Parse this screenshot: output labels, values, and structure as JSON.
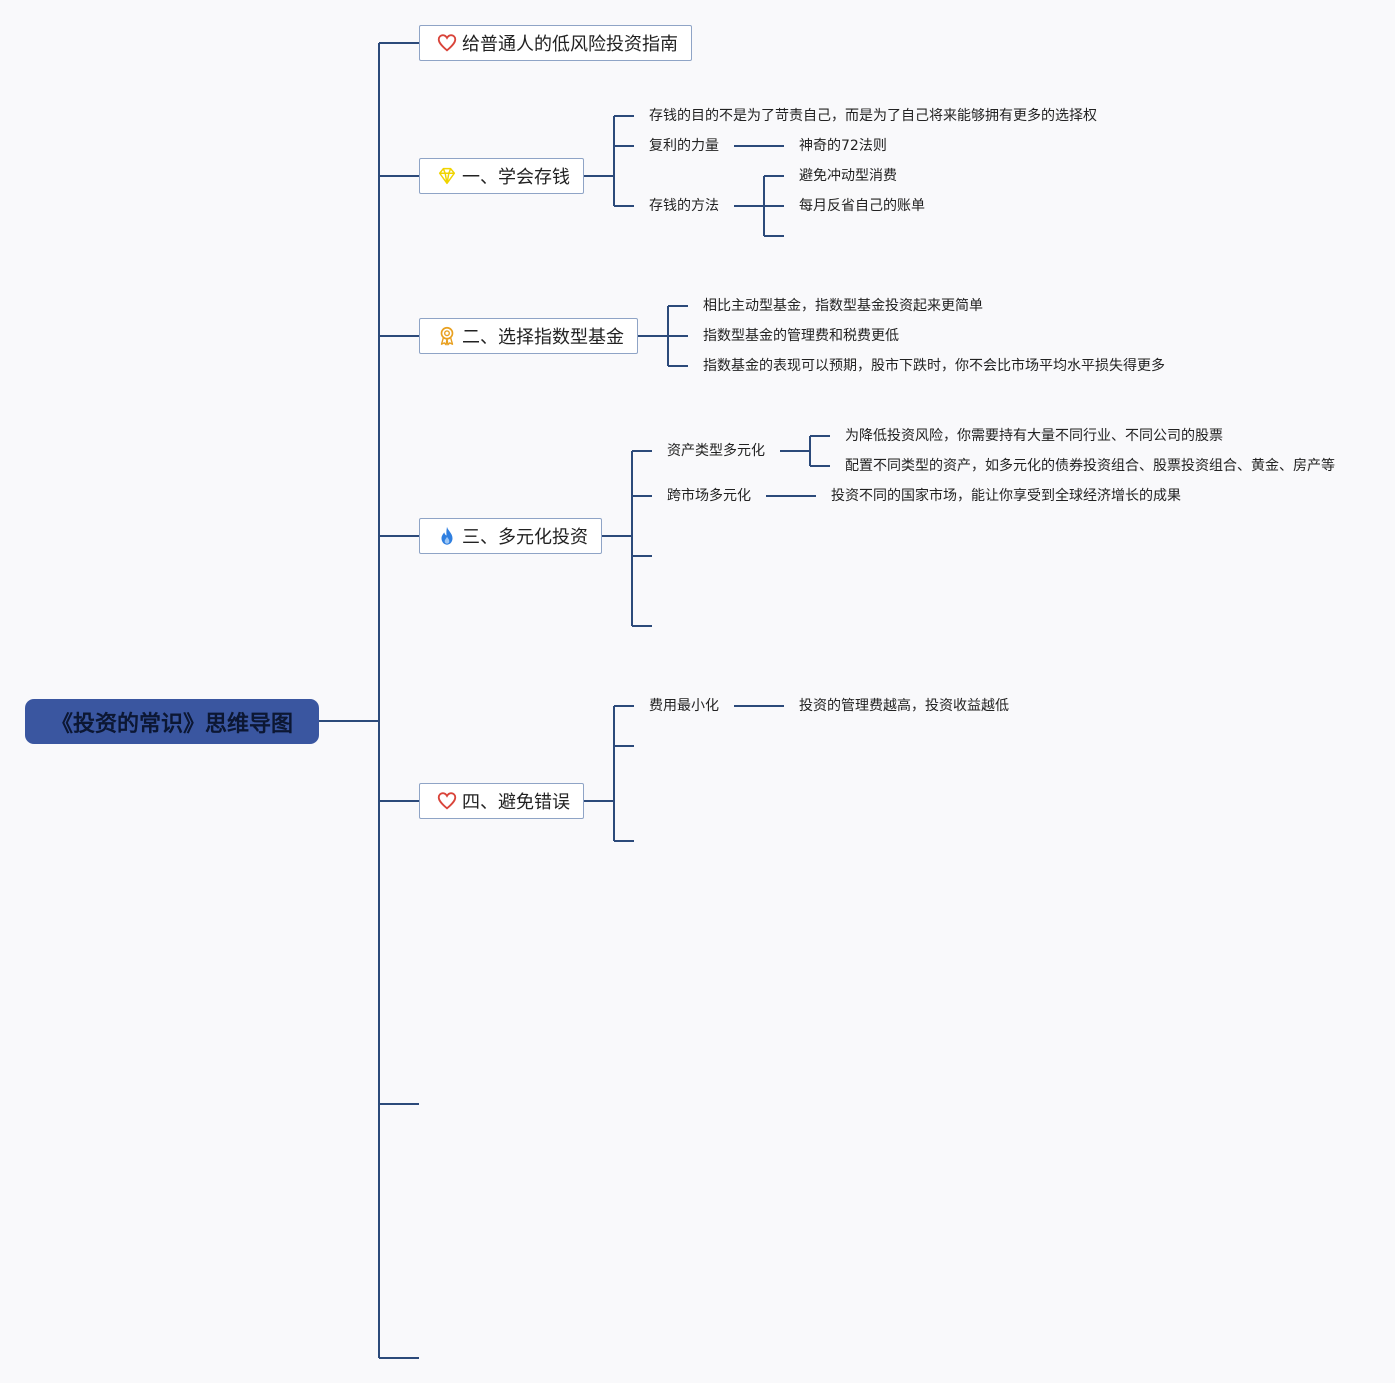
{
  "root": {
    "title": "《投资的常识》思维导图"
  },
  "topics": [
    {
      "label": "给普通人的低风险投资指南",
      "icon": "heart-icon"
    },
    {
      "label": "一、学会存钱",
      "icon": "diamond-icon"
    },
    {
      "label": "二、选择指数型基金",
      "icon": "award-ribbon-icon"
    },
    {
      "label": "三、多元化投资",
      "icon": "flame-icon"
    },
    {
      "label": "四、避免错误",
      "icon": "heart-icon"
    }
  ],
  "save_money": {
    "purpose": "存钱的目的不是为了苛责自己，而是为了自己将来能够拥有更多的选择权",
    "compound": "复利的力量",
    "rule72": "神奇的72法则",
    "method": "存钱的方法",
    "method_items": [
      "避免冲动型消费",
      "每月反省自己的账单"
    ]
  },
  "index_fund": {
    "items": [
      "相比主动型基金，指数型基金投资起来更简单",
      "指数型基金的管理费和税费更低",
      "指数基金的表现可以预期，股市下跌时，你不会比市场平均水平损失得更多"
    ]
  },
  "diversify": {
    "asset_type": "资产类型多元化",
    "asset_items": [
      "为降低投资风险，你需要持有大量不同行业、不同公司的股票",
      "配置不同类型的资产，如多元化的债券投资组合、股票投资组合、黄金、房产等"
    ],
    "cross_market": "跨市场多元化",
    "cross_item": "投资不同的国家市场，能让你享受到全球经济增长的成果"
  },
  "avoid": {
    "fee": "费用最小化",
    "fee_item": "投资的管理费越高，投资收益越低"
  },
  "colors": {
    "root_fill": "#3a56a0",
    "line": "#2c4a7a",
    "topic_border": "#8fa4c6",
    "heart": "#d9443a",
    "diamond": "#f0d400",
    "award": "#e8a020",
    "flame": "#2f7fe0"
  }
}
